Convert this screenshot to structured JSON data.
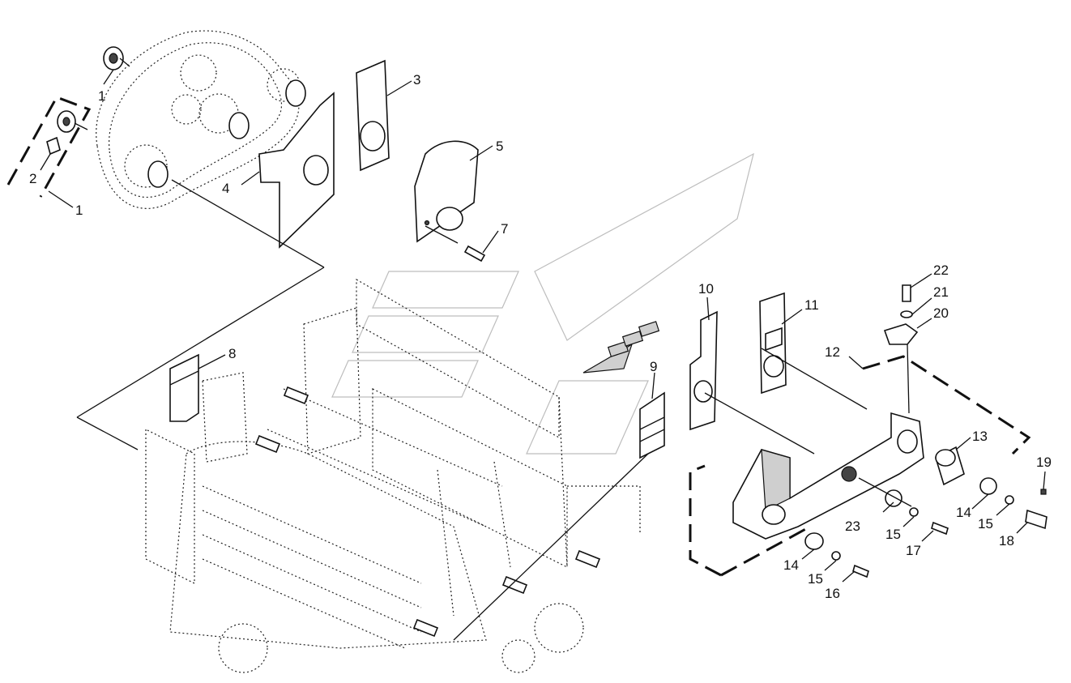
{
  "callouts": [
    {
      "id": "c1a",
      "text": "1"
    },
    {
      "id": "c1b",
      "text": "1"
    },
    {
      "id": "c2",
      "text": "2"
    },
    {
      "id": "c3",
      "text": "3"
    },
    {
      "id": "c4",
      "text": "4"
    },
    {
      "id": "c5",
      "text": "5"
    },
    {
      "id": "c7",
      "text": "7"
    },
    {
      "id": "c8",
      "text": "8"
    },
    {
      "id": "c9",
      "text": "9"
    },
    {
      "id": "c10",
      "text": "10"
    },
    {
      "id": "c11",
      "text": "11"
    },
    {
      "id": "c12",
      "text": "12"
    },
    {
      "id": "c13",
      "text": "13"
    },
    {
      "id": "c14a",
      "text": "14"
    },
    {
      "id": "c14b",
      "text": "14"
    },
    {
      "id": "c15a",
      "text": "15"
    },
    {
      "id": "c15b",
      "text": "15"
    },
    {
      "id": "c15c",
      "text": "15"
    },
    {
      "id": "c16",
      "text": "16"
    },
    {
      "id": "c17",
      "text": "17"
    },
    {
      "id": "c18",
      "text": "18"
    },
    {
      "id": "c19",
      "text": "19"
    },
    {
      "id": "c20",
      "text": "20"
    },
    {
      "id": "c21",
      "text": "21"
    },
    {
      "id": "c22",
      "text": "22"
    },
    {
      "id": "c23",
      "text": "23"
    }
  ]
}
